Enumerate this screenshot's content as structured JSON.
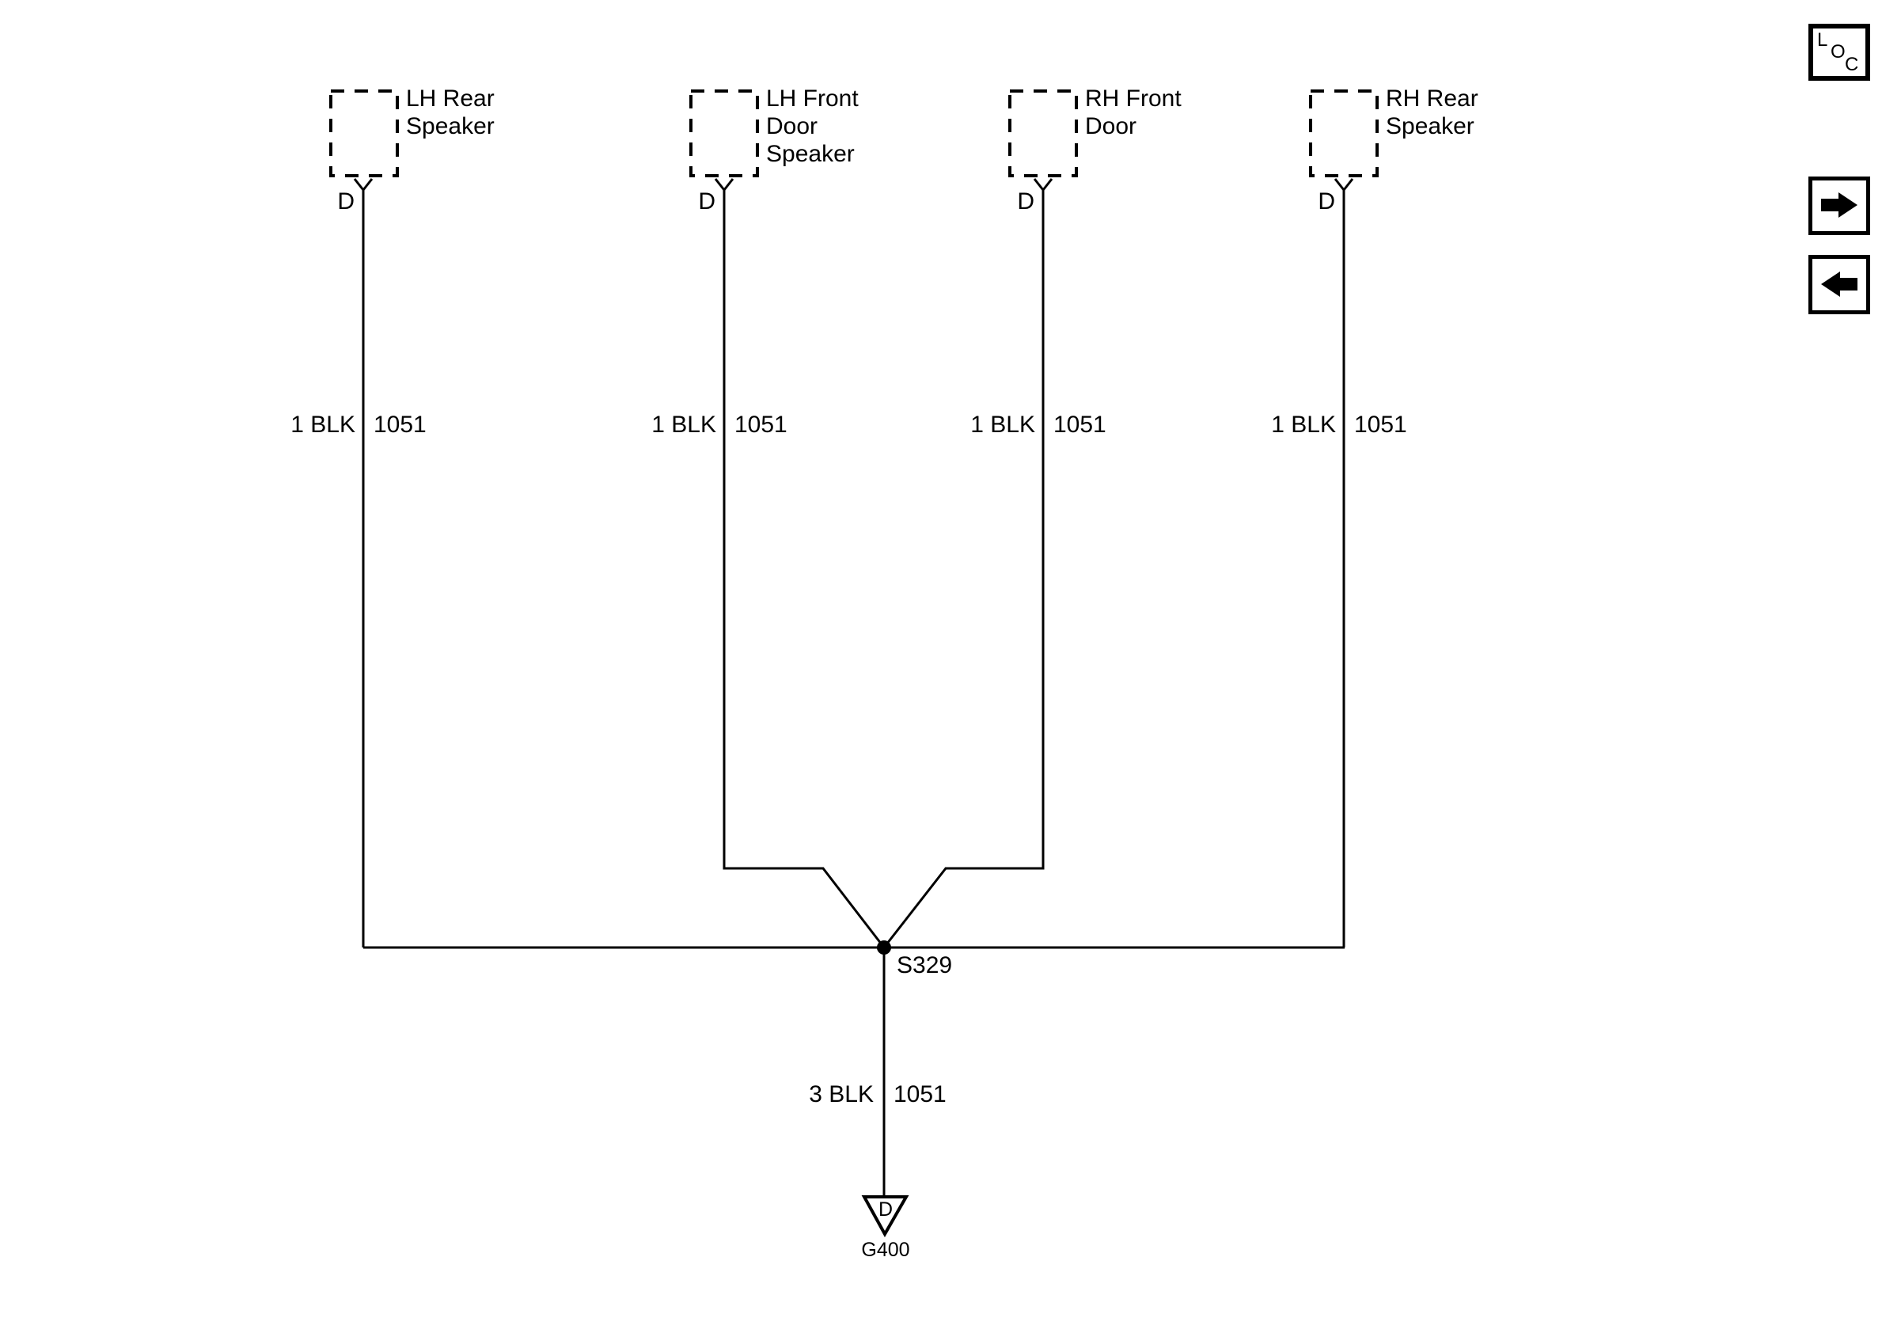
{
  "colors": {
    "ink": "#000000",
    "paper": "#ffffff"
  },
  "toolbar": {
    "loc": {
      "letters": [
        "L",
        "O",
        "C"
      ]
    },
    "forward_button": "forward",
    "back_button": "back"
  },
  "components": [
    {
      "label": "LH Rear\nSpeaker",
      "pin": "D"
    },
    {
      "label": "LH Front\nDoor\nSpeaker",
      "pin": "D"
    },
    {
      "label": "RH Front\nDoor",
      "pin": "D"
    },
    {
      "label": "RH Rear\nSpeaker",
      "pin": "D"
    }
  ],
  "wires": [
    {
      "gauge": "1 BLK",
      "circuit": "1051"
    },
    {
      "gauge": "1 BLK",
      "circuit": "1051"
    },
    {
      "gauge": "1 BLK",
      "circuit": "1051"
    },
    {
      "gauge": "1 BLK",
      "circuit": "1051"
    }
  ],
  "splice": {
    "label": "S329"
  },
  "ground_wire": {
    "gauge": "3 BLK",
    "circuit": "1051"
  },
  "ground": {
    "pin": "D",
    "label": "G400"
  }
}
